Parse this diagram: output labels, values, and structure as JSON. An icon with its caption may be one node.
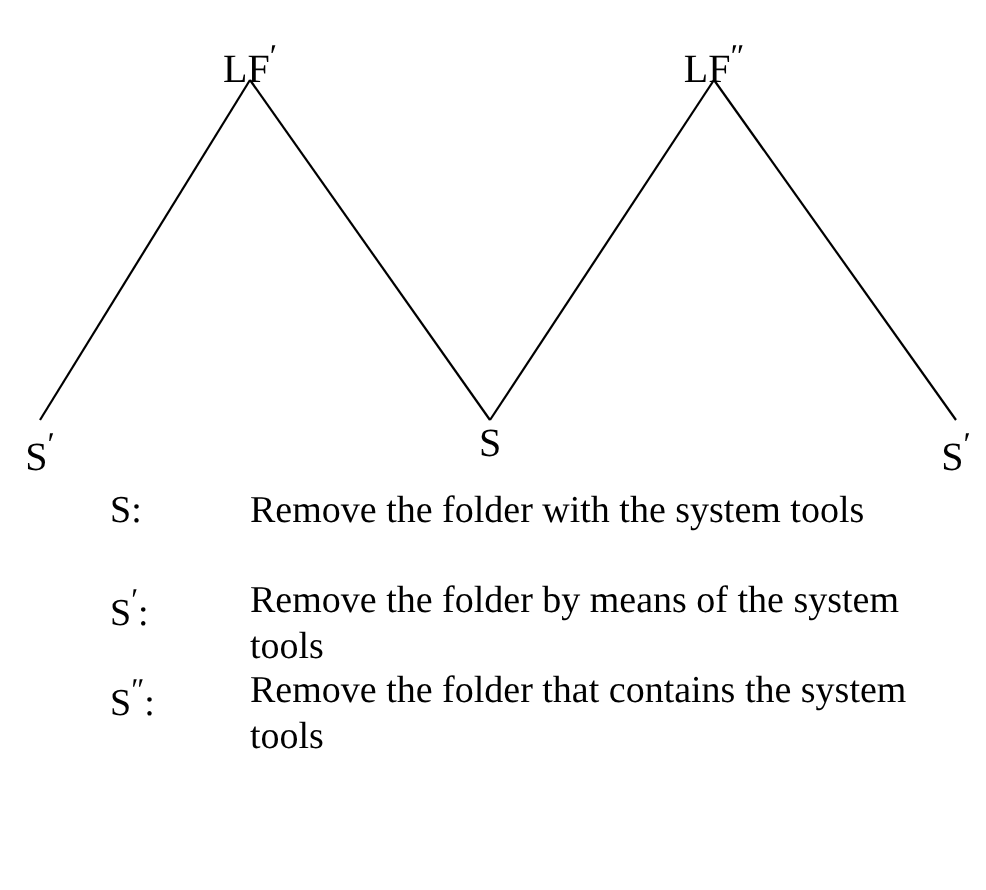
{
  "diagram": {
    "nodes": [
      {
        "text": [
          "LF$^{′}$"
        ]
      },
      {
        "text": [
          "LF$^{″}$"
        ]
      },
      {
        "text": [
          "S$^{′}$"
        ]
      },
      {
        "text": [
          "S"
        ]
      },
      {
        "text": [
          "S$^{′}$"
        ]
      }
    ],
    "edges": [
      {
        "from": 0,
        "to": 2,
        "arrow": "none"
      },
      {
        "from": 0,
        "to": 3,
        "arrow": "none"
      },
      {
        "from": 1,
        "to": 3,
        "arrow": "none"
      },
      {
        "from": 1,
        "to": 4,
        "arrow": "none"
      }
    ],
    "labels": [
      "S:",
      "Remove the folder with the system tools",
      "S$^{′}$:",
      "Remove the folder by means of the system tools",
      "S$^{″}$:",
      "Remove the folder that contains the system tools"
    ]
  }
}
